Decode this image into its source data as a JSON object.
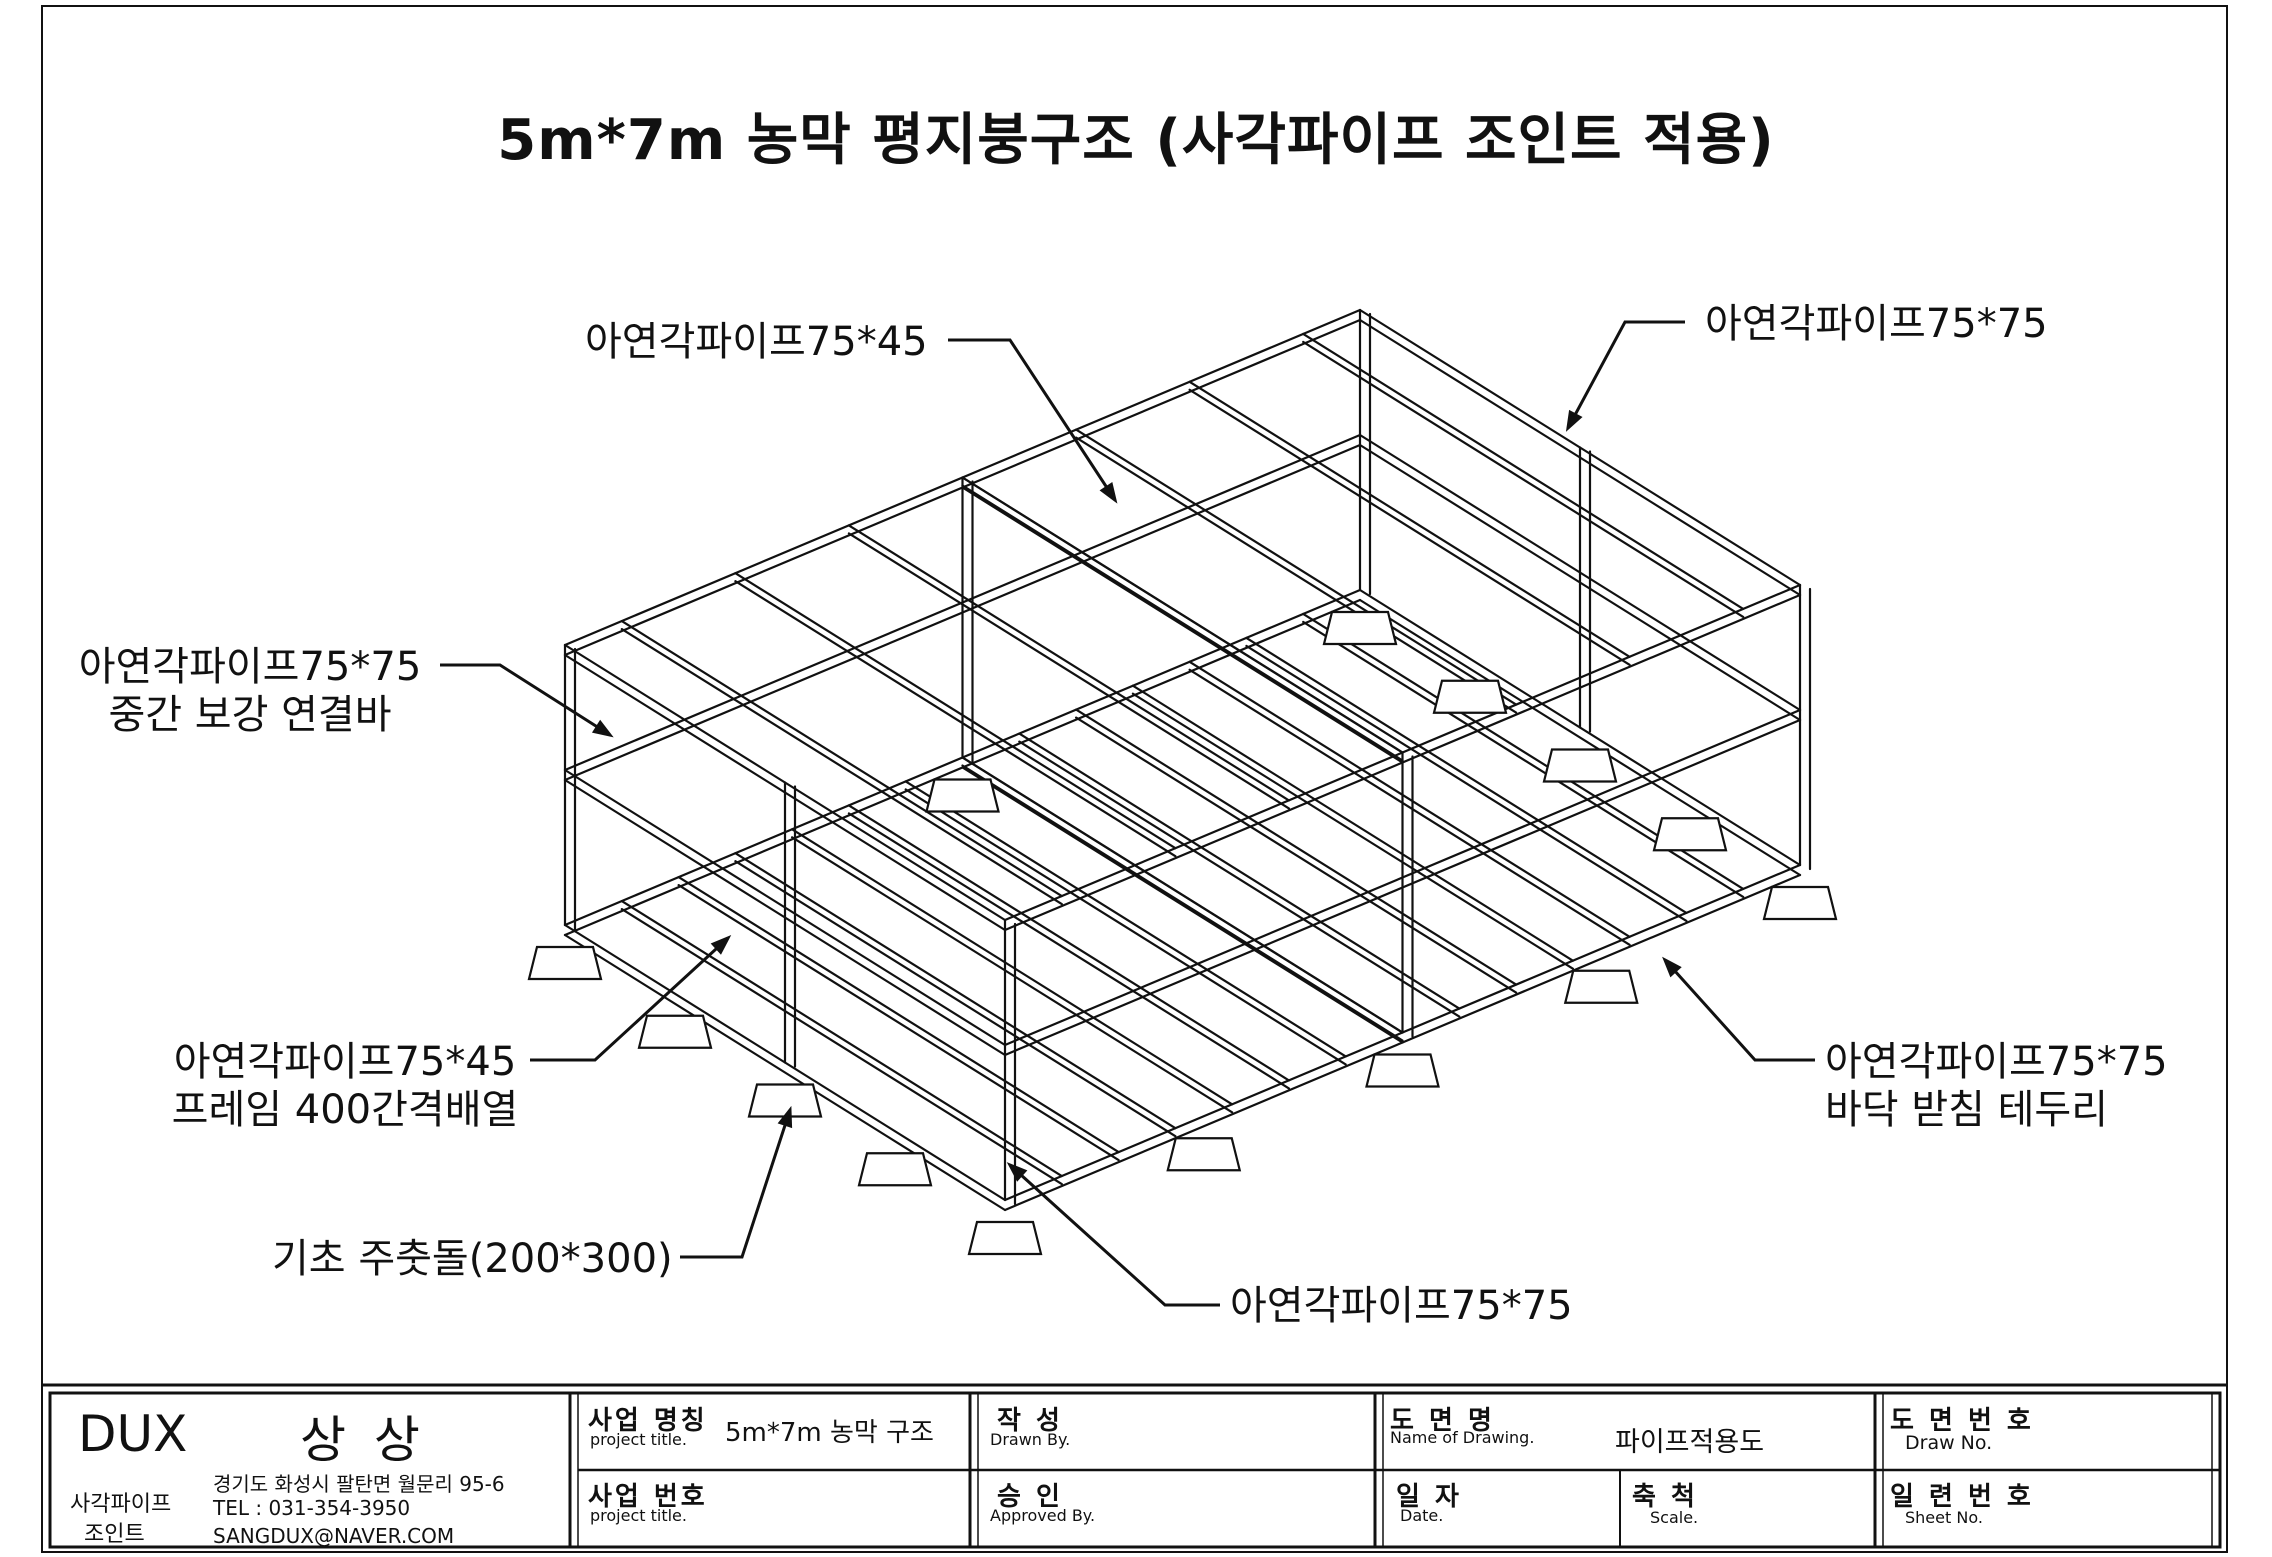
{
  "drawing": {
    "title": "5m*7m 농막 평지붕구조 (사각파이프 조인트 적용)",
    "labels": {
      "roof_rafter": "아연각파이프75*45",
      "roof_edge": "아연각파이프75*75",
      "mid_brace": [
        "아연각파이프75*75",
        "중간  보강 연결바"
      ],
      "floor_frame": [
        "아연각파이프75*45",
        "프레임 400간격배열"
      ],
      "foundation": "기초 주춧돌(200*300)",
      "floor_edge": [
        "아연각파이프75*75",
        "바닥 받침 테두리"
      ],
      "column": "아연각파이프75*75"
    }
  },
  "title_block": {
    "company": {
      "brand": "DUX",
      "name": "상 상",
      "product_line1": "사각파이프",
      "product_line2": "조인트",
      "address": "경기도 화성시 팔탄면 월문리 95-6",
      "tel": "TEL : 031-354-3950",
      "email": "SANGDUX@NAVER.COM"
    },
    "fields": {
      "project_name_ko": "사업 명칭",
      "project_name_en": "project title.",
      "project_name_value": "5m*7m 농막 구조",
      "project_no_ko": "사업 번호",
      "project_no_en": "project title.",
      "drawn_ko": "작   성",
      "drawn_en": "Drawn By.",
      "approved_ko": "승   인",
      "approved_en": "Approved By.",
      "drawing_name_ko": "도  면  명",
      "drawing_name_en": "Name of Drawing.",
      "drawing_name_value": "파이프적용도",
      "date_ko": "일   자",
      "date_en": "Date.",
      "scale_ko": "축   척",
      "scale_en": "Scale.",
      "draw_no_ko": "도 면 번 호",
      "draw_no_en": "Draw No.",
      "sheet_no_ko": "일 련 번 호",
      "sheet_no_en": "Sheet No."
    }
  }
}
